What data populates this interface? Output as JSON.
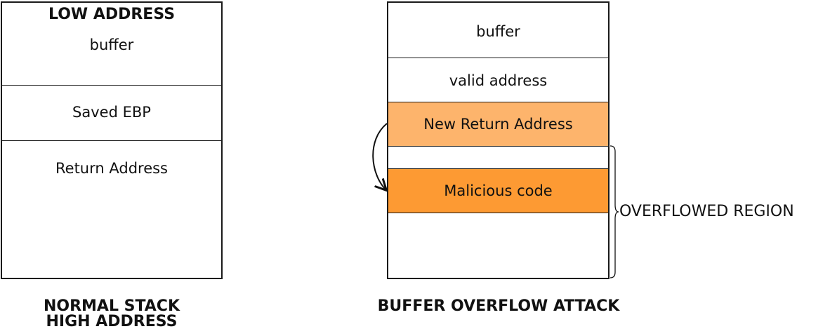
{
  "normal_stack": {
    "top_label": "LOW ADDRESS",
    "cells": [
      "buffer",
      "Saved EBP",
      "Return Address"
    ],
    "caption_line1": "NORMAL STACK",
    "caption_line2": "HIGH ADDRESS"
  },
  "attack_stack": {
    "cells": [
      "buffer",
      "valid address",
      "New Return Address",
      "",
      "Malicious code",
      ""
    ],
    "caption": "BUFFER OVERFLOW ATTACK",
    "region_label": "OVERFLOWED REGION"
  },
  "colors": {
    "return_address_fill": "#fdb46c",
    "malicious_fill": "#fd9a33"
  }
}
